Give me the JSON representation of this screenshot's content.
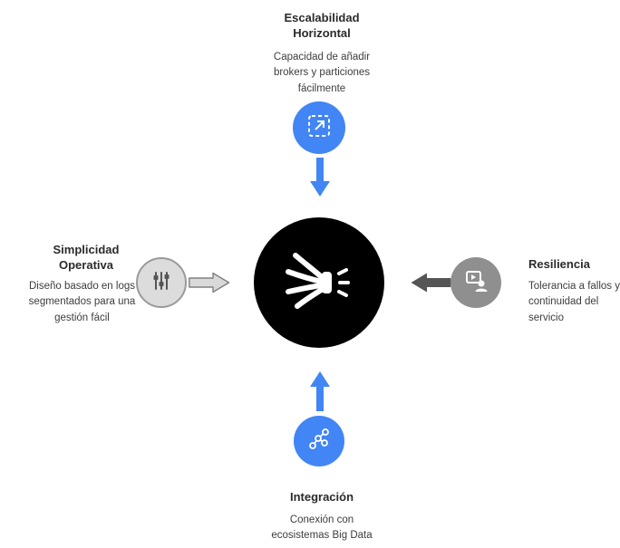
{
  "colors": {
    "accent_blue": "#4285F4",
    "arrow_gray_dark": "#555555",
    "circle_gray_light": "#DCDCDC",
    "circle_gray_mid": "#8F8F8F",
    "center_black": "#000000",
    "title_text": "#2b2b2b",
    "desc_text": "#3d3d3d"
  },
  "center": {
    "icon": "kafka-octopus-icon"
  },
  "nodes": {
    "top": {
      "title": "Escalabilidad\nHorizontal",
      "desc": "Capacidad de añadir\nbrokers y particiones\nfácilmente",
      "icon": "expand-icon"
    },
    "left": {
      "title": "Simplicidad\nOperativa",
      "desc": "Diseño basado en logs\nsegmentados para una\ngestión fácil",
      "icon": "sliders-icon"
    },
    "right": {
      "title": "Resiliencia",
      "desc": "Tolerancia a fallos y\ncontinuidad del\nservicio",
      "icon": "video-person-icon"
    },
    "bottom": {
      "title": "Integración",
      "desc": "Conexión con\necosistemas Big Data",
      "icon": "network-icon"
    }
  }
}
